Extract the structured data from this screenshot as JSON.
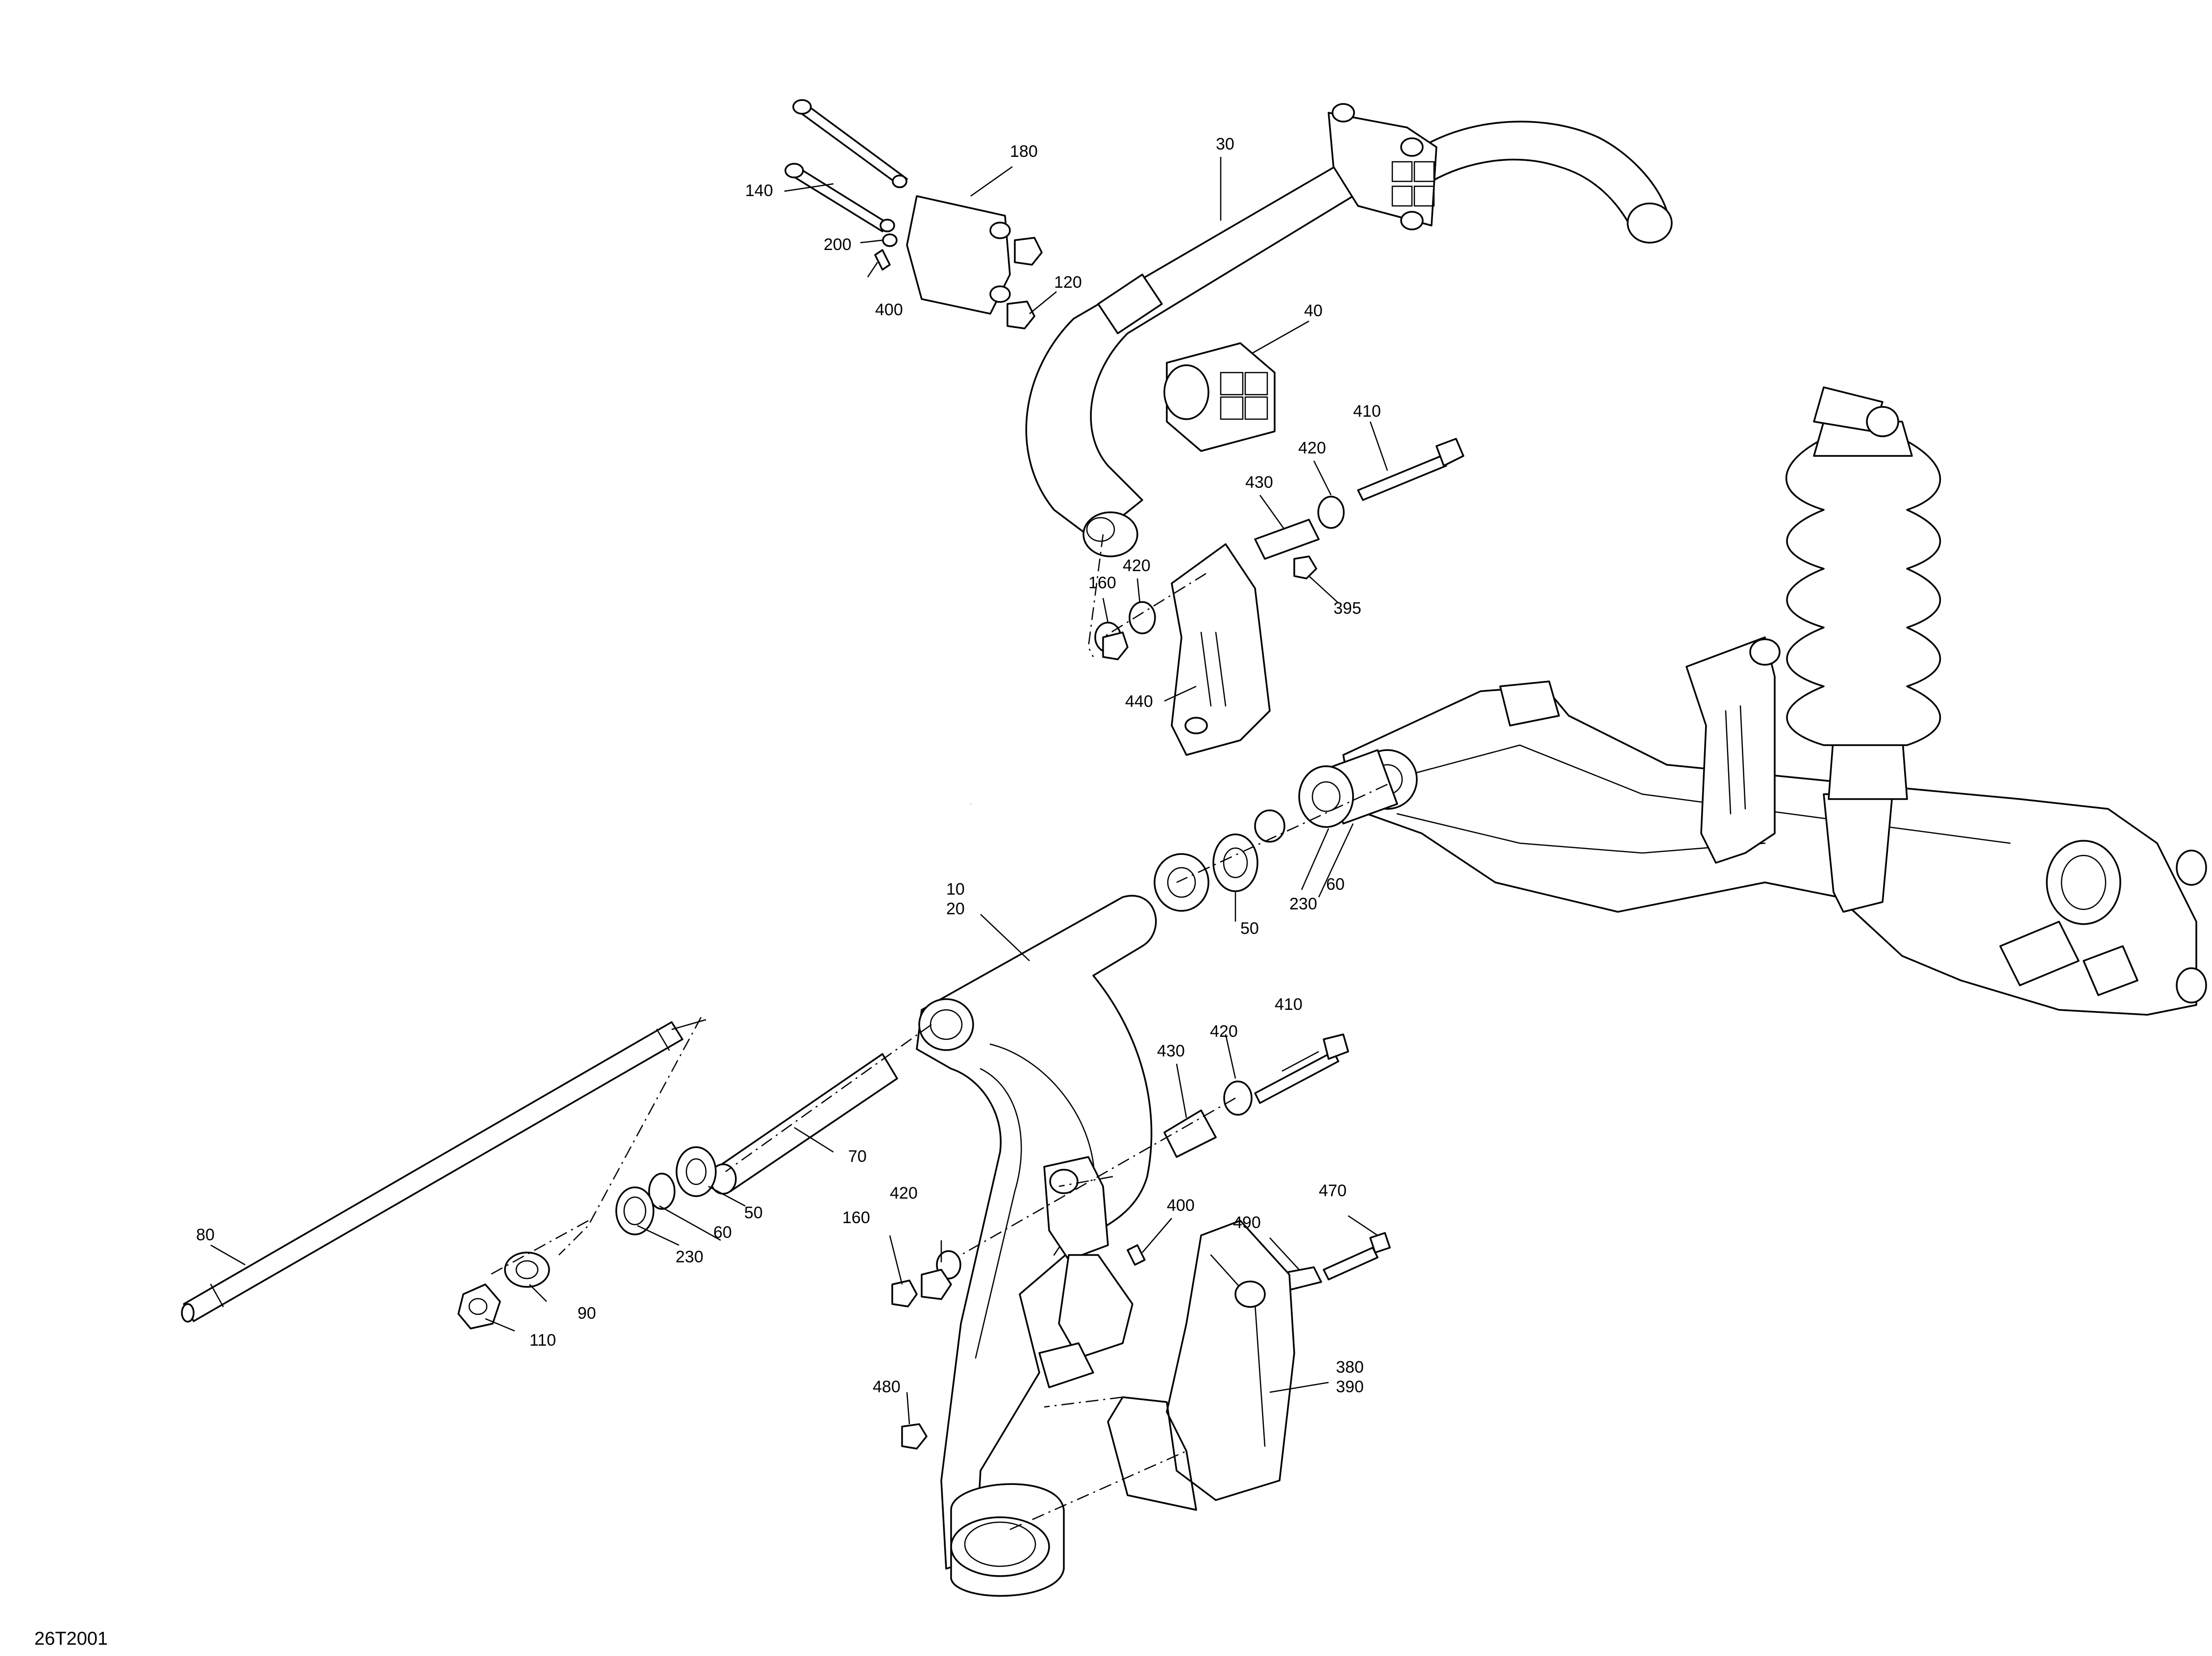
{
  "diagram_ref": "26T2001",
  "callouts": {
    "c10": "10",
    "c20": "20",
    "c30": "30",
    "c40": "40",
    "c50a": "50",
    "c50b": "50",
    "c60a": "60",
    "c60b": "60",
    "c70": "70",
    "c80": "80",
    "c90": "90",
    "c110": "110",
    "c120": "120",
    "c140": "140",
    "c160a": "160",
    "c160b": "160",
    "c180": "180",
    "c200": "200",
    "c230a": "230",
    "c230b": "230",
    "c380": "380",
    "c390": "390",
    "c395": "395",
    "c400a": "400",
    "c400b": "400",
    "c410a": "410",
    "c410b": "410",
    "c420a": "420",
    "c420b": "420",
    "c420c": "420",
    "c430a": "430",
    "c430b": "430",
    "c440": "440",
    "c470": "470",
    "c480": "480",
    "c490": "490"
  }
}
